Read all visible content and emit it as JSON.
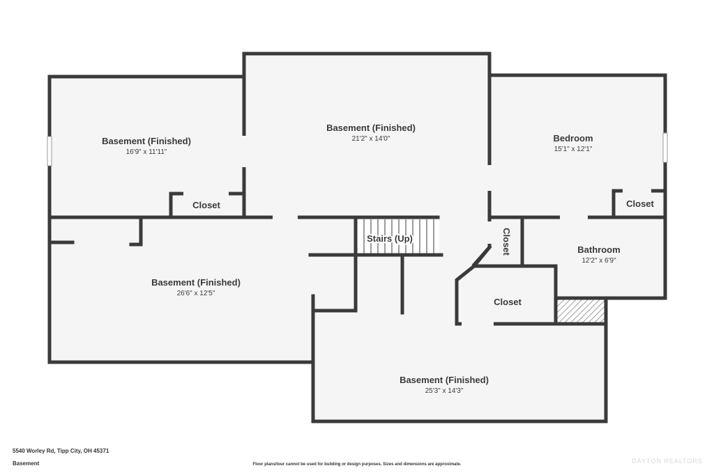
{
  "rooms": {
    "basement_nw": {
      "name": "Basement (Finished)",
      "dim": "16'9\" x 11'11\""
    },
    "basement_center": {
      "name": "Basement (Finished)",
      "dim": "21'2\" x 14'0\""
    },
    "bedroom": {
      "name": "Bedroom",
      "dim": "15'1\" x 12'1\""
    },
    "closet_nw": {
      "name": "Closet"
    },
    "closet_ne": {
      "name": "Closet"
    },
    "stairs": {
      "name": "Stairs (Up)"
    },
    "closet_vertical": {
      "name": "Closet"
    },
    "bathroom": {
      "name": "Bathroom",
      "dim": "12'2\" x 6'9\""
    },
    "basement_w": {
      "name": "Basement (Finished)",
      "dim": "26'6\" x 12'5\""
    },
    "closet_mid": {
      "name": "Closet"
    },
    "basement_s": {
      "name": "Basement (Finished)",
      "dim": "25'3\" x 14'3\""
    }
  },
  "footer": {
    "address": "5540 Worley Rd, Tipp City, OH 45371",
    "level": "Basement",
    "disclaimer": "Floor plans/tour cannot be used for building or design purposes. Sizes and dimensions are approximate.",
    "watermark": "DAYTON REALTORS"
  }
}
